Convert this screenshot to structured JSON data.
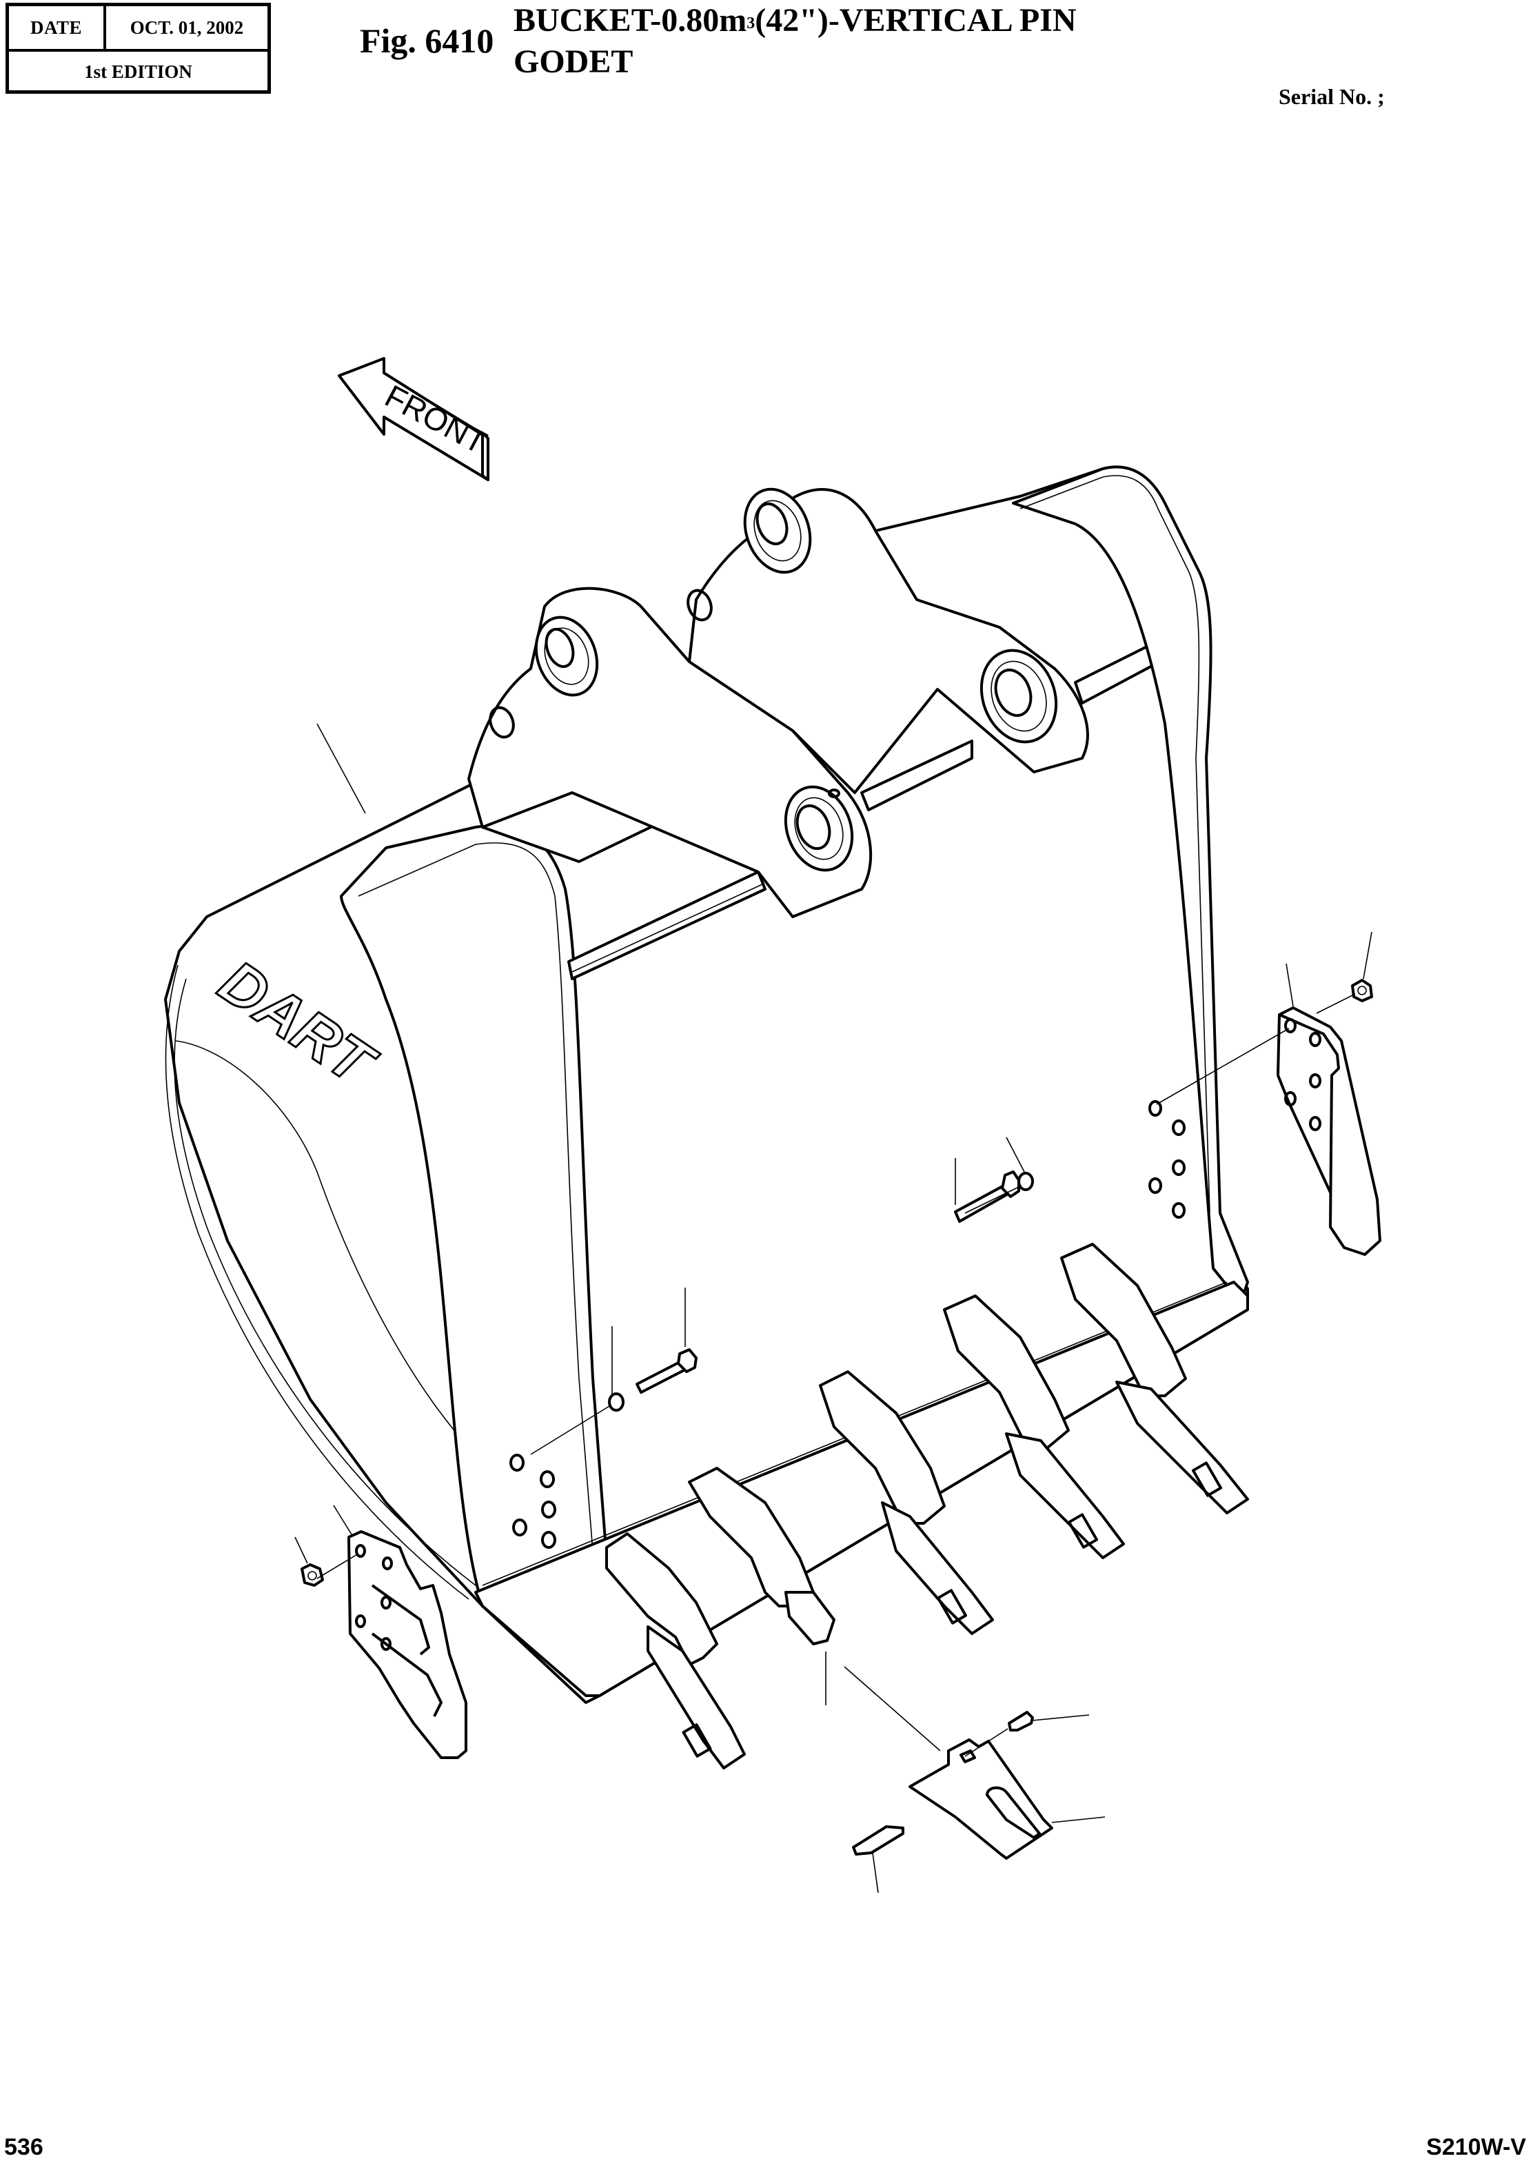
{
  "header": {
    "date_label": "DATE",
    "date_value": "OCT.  01, 2002",
    "edition": "1st EDITION",
    "figure_number": "Fig. 6410",
    "title_line1_pre": "BUCKET-0.80m",
    "title_line1_sup": "3",
    "title_line1_post": "(42\")-VERTICAL PIN",
    "title_line2": "GODET",
    "serial_label": "Serial No. ;"
  },
  "drawing": {
    "direction_arrow_label": "FRONT",
    "brand_logo": "DART",
    "components": [
      "bucket-body",
      "pin-boss-upper-left",
      "pin-boss-upper-right",
      "pin-boss-lower-left",
      "pin-boss-lower-right",
      "side-cutter-right",
      "side-cutter-left",
      "bolt",
      "washer",
      "nut",
      "tooth-adapter",
      "tooth-tip",
      "tooth-pin",
      "tooth-lock"
    ],
    "teeth_count": 5
  },
  "footer": {
    "page_number": "536",
    "model": "S210W-V"
  }
}
